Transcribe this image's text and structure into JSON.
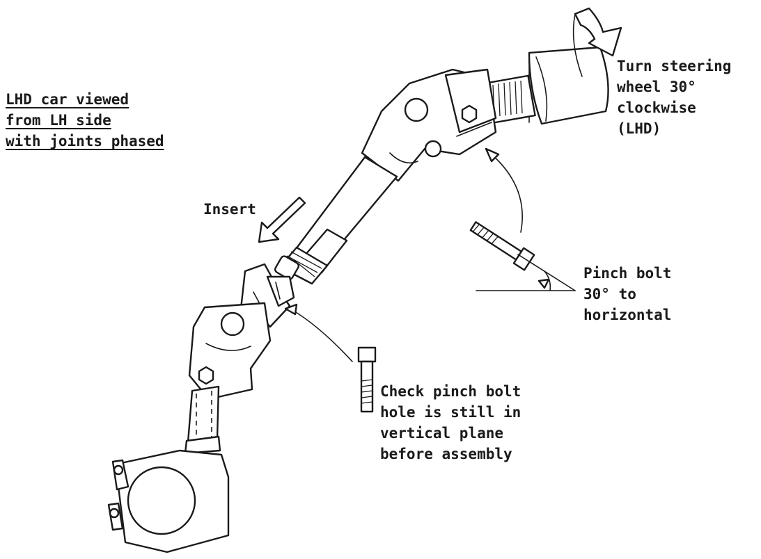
{
  "labels": {
    "view_note": [
      "LHD car viewed",
      "from LH side",
      "with joints phased"
    ],
    "turn_wheel": [
      "Turn steering",
      "wheel 30°",
      "clockwise",
      "(LHD)"
    ],
    "insert": "Insert",
    "pinch_bolt_angle": [
      "Pinch bolt",
      "30° to",
      "horizontal"
    ],
    "check_bolt_hole": [
      "Check pinch bolt",
      "hole is still in",
      "vertical plane",
      "before assembly"
    ]
  },
  "colors": {
    "ink": "#1a1a1a",
    "paper": "#ffffff"
  }
}
